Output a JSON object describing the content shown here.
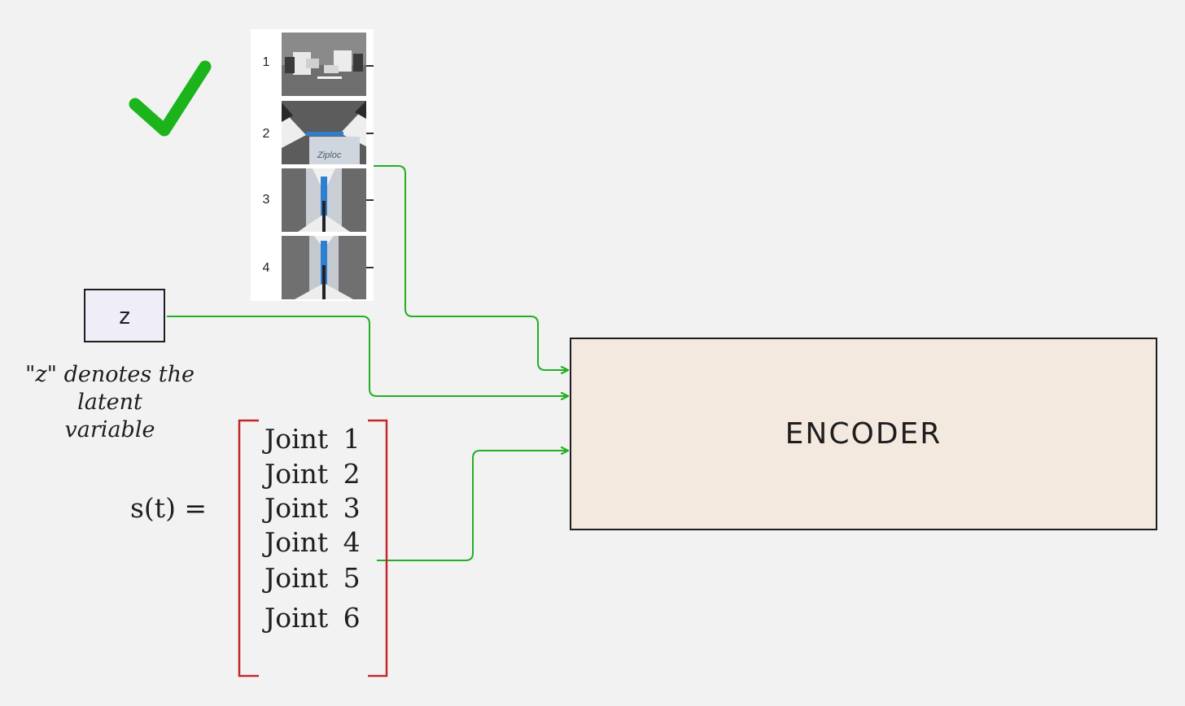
{
  "colors": {
    "background": "#f2f2f2",
    "arrow": "#22b022",
    "check": "#1bb51b",
    "bracket": "#c0282a",
    "encoder_fill": "#f3e9df",
    "z_fill": "#eeedf8",
    "stroke": "#1e1e1e"
  },
  "check": {
    "icon": "checkmark-icon"
  },
  "frames": [
    {
      "number": "1",
      "caption": ""
    },
    {
      "number": "2",
      "caption": "Ziploc"
    },
    {
      "number": "3",
      "caption": ""
    },
    {
      "number": "4",
      "caption": ""
    }
  ],
  "z_box": {
    "label": "z"
  },
  "z_note": {
    "line1": "\"z\" denotes the",
    "line2": "latent",
    "line3": "variable"
  },
  "state": {
    "label": "s(t) =",
    "joints": [
      "Joint 1",
      "Joint 2",
      "Joint 3",
      "Joint 4",
      "Joint 5",
      "Joint 6"
    ]
  },
  "encoder": {
    "label": "ENCODER"
  }
}
